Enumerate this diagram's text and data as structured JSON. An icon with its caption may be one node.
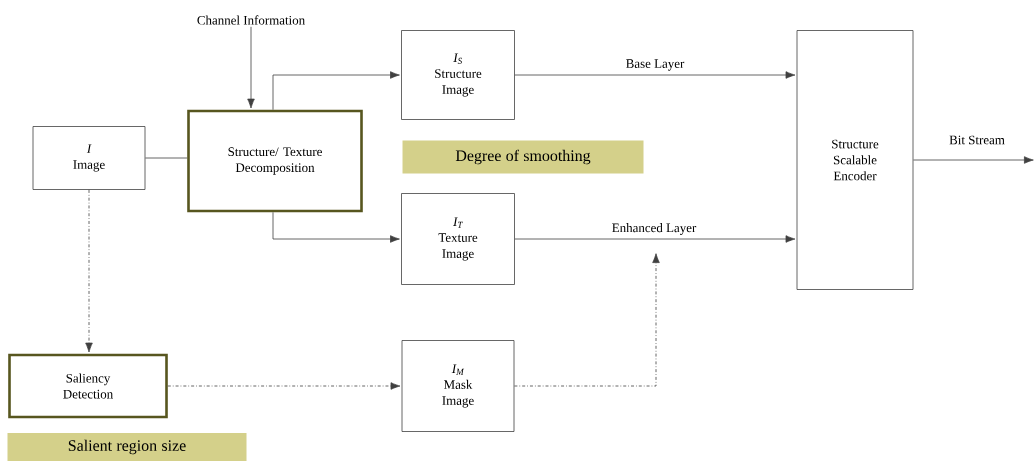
{
  "diagram": {
    "nodes": [
      {
        "text": [
          "Channel Information"
        ]
      },
      {
        "text": [
          "I",
          "Image"
        ]
      },
      {
        "text": [
          "Structure/ Texture Decomposition"
        ]
      },
      {
        "text": [
          "I$_{S}$",
          "Structure Image"
        ]
      },
      {
        "text": [
          "I$_{T}$",
          "Texture Image"
        ]
      },
      {
        "text": [
          "Structure Scalable Encoder"
        ]
      },
      {
        "text": [
          "Degree of smoothing"
        ]
      },
      {
        "text": [
          "Saliency Detection"
        ]
      },
      {
        "text": [
          "I$_{M}$",
          "Mask Image"
        ]
      },
      {
        "text": [
          "Salient region size"
        ]
      }
    ],
    "edges": [
      {
        "from": 0,
        "to": 2,
        "arrow": "to"
      },
      {
        "from": 1,
        "to": 2,
        "arrow": "none"
      },
      {
        "from": 2,
        "to": 3,
        "arrow": "to"
      },
      {
        "from": 2,
        "to": 4,
        "arrow": "to"
      },
      {
        "from": 3,
        "to": 5,
        "arrow": "to",
        "label": "Base Layer"
      },
      {
        "from": 4,
        "to": 5,
        "arrow": "to",
        "label": "Enhanced Layer"
      },
      {
        "from": 1,
        "to": 7,
        "arrow": "to",
        "style": "dashed"
      },
      {
        "from": 7,
        "to": 8,
        "arrow": "to",
        "style": "dashed"
      },
      {
        "from": 8,
        "to": null,
        "arrow": "to",
        "style": "dashed"
      },
      {
        "from": 5,
        "to": null,
        "arrow": "to",
        "label": "Bit Stream"
      }
    ]
  }
}
